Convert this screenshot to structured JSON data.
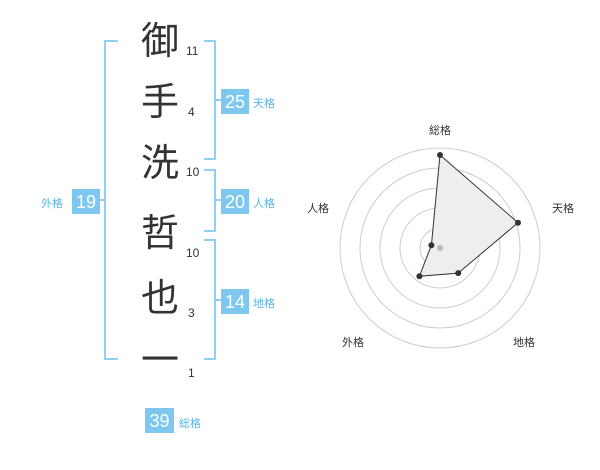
{
  "name": {
    "characters": [
      {
        "char": "御",
        "strokes": "11"
      },
      {
        "char": "手",
        "strokes": "4"
      },
      {
        "char": "洗",
        "strokes": "10"
      },
      {
        "char": "哲",
        "strokes": "10"
      },
      {
        "char": "也",
        "strokes": "3"
      },
      {
        "char": "一",
        "strokes": "1"
      }
    ]
  },
  "kakaku": {
    "tenkaku": {
      "value": "25",
      "label": "天格"
    },
    "jinkaku": {
      "value": "20",
      "label": "人格"
    },
    "chikaku": {
      "value": "14",
      "label": "地格"
    },
    "gaikaku": {
      "value": "19",
      "label": "外格"
    },
    "soukaku": {
      "value": "39",
      "label": "総格"
    }
  },
  "radar": {
    "axes": [
      "総格",
      "天格",
      "地格",
      "外格",
      "人格"
    ],
    "values": [
      0.93,
      0.82,
      0.31,
      0.35,
      0.09
    ],
    "rings": 5,
    "colors": {
      "fill": "#eeeeee",
      "line": "#333333",
      "ring": "#cccccc",
      "center": "#bbbbbb"
    }
  },
  "colors": {
    "accent": "#7ec8f0",
    "accent_text": "#5ab4e6"
  }
}
